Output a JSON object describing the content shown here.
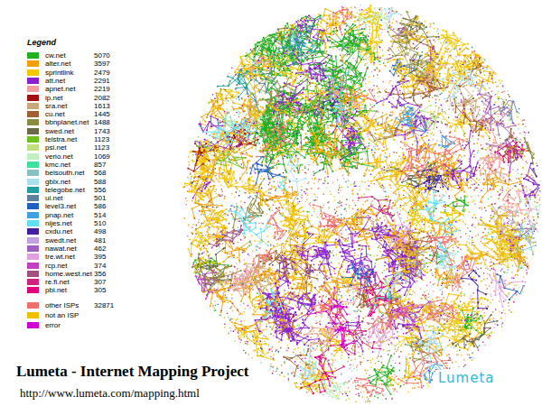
{
  "diagram": {
    "title": "Lumeta - Internet Mapping Project",
    "labels": [
      "Legend",
      "5070",
      "3597",
      "2479",
      "2291",
      "2219",
      "2082",
      "1613",
      "1445",
      "1488",
      "1743",
      "1123",
      "1123",
      "1069",
      "857",
      "568",
      "588",
      "556",
      "501",
      "586",
      "514",
      "510",
      "498",
      "481",
      "462",
      "395",
      "374",
      "356",
      "307",
      "305",
      "32871",
      "http://www.lumeta.com/mapping.html",
      "Lumeta"
    ],
    "legend": [
      {
        "text": "cw.net",
        "color": "#22b022"
      },
      {
        "text": "alter.net",
        "color": "#f0a000"
      },
      {
        "text": "sprintlink",
        "color": "#f2c800"
      },
      {
        "text": "att.net",
        "color": "#8a20d0"
      },
      {
        "text": "apnet.net",
        "color": "#f0a0a0"
      },
      {
        "text": "ip.net",
        "color": "#a01010"
      },
      {
        "text": "sra.net",
        "color": "#c8a878"
      },
      {
        "text": "cu.net",
        "color": "#a06030"
      },
      {
        "text": "bbnplanet.net",
        "color": "#8a8a40"
      },
      {
        "text": "swed.net",
        "color": "#6a6a48"
      },
      {
        "text": "telstra.net",
        "color": "#70c020"
      },
      {
        "text": "psi.net",
        "color": "#c0e080"
      },
      {
        "text": "verio.net",
        "color": "#c0f0c0"
      },
      {
        "text": "kmc.net",
        "color": "#40e0a0"
      },
      {
        "text": "belsouth.net",
        "color": "#88c0c0"
      },
      {
        "text": "gblx.net",
        "color": "#a8e0f0"
      },
      {
        "text": "telegobe.net",
        "color": "#20a0a0"
      },
      {
        "text": "ui.net",
        "color": "#6080a0"
      },
      {
        "text": "level3.net",
        "color": "#2060c0"
      },
      {
        "text": "pnap.net",
        "color": "#40a0e0"
      },
      {
        "text": "nijes.net",
        "color": "#60e0f0"
      },
      {
        "text": "cxdu.net",
        "color": "#4020a0"
      },
      {
        "text": "swedt.net",
        "color": "#c0a0e0"
      },
      {
        "text": "nawat.net",
        "color": "#a060c0"
      },
      {
        "text": "tre.wt.net",
        "color": "#e0a0e0"
      },
      {
        "text": "rcp.net",
        "color": "#c040c0"
      },
      {
        "text": "home.west.net",
        "color": "#a05080"
      },
      {
        "text": "re.fi.net",
        "color": "#d02080"
      },
      {
        "text": "pbi.net",
        "color": "#e00080"
      },
      {
        "text": "other ISPs",
        "color": "#f07070"
      },
      {
        "text": "not an ISP",
        "color": "#f0c000"
      },
      {
        "text": "error",
        "color": "#d000d0"
      }
    ]
  }
}
